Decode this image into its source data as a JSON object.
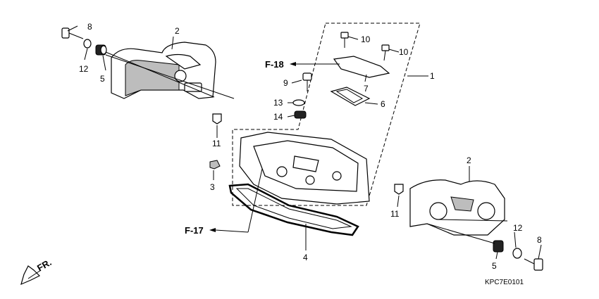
{
  "callouts": {
    "c1": "1",
    "c2_left": "2",
    "c2_right": "2",
    "c3": "3",
    "c4": "4",
    "c5_left": "5",
    "c5_right": "5",
    "c6": "6",
    "c7": "7",
    "c8_left": "8",
    "c8_right": "8",
    "c9": "9",
    "c10_top": "10",
    "c10_mid": "10",
    "c11_left": "11",
    "c11_right": "11",
    "c12_left": "12",
    "c12_right": "12",
    "c13": "13",
    "c14": "14"
  },
  "references": {
    "f18": "F-18",
    "f17": "F-17",
    "fr": "FR."
  },
  "diagram_code": "KPC7E0101",
  "icons": {
    "front_direction": "arrow-down-left-icon"
  },
  "colors": {
    "line": "#000000",
    "background": "#ffffff",
    "shade": "#bdbdbd"
  }
}
